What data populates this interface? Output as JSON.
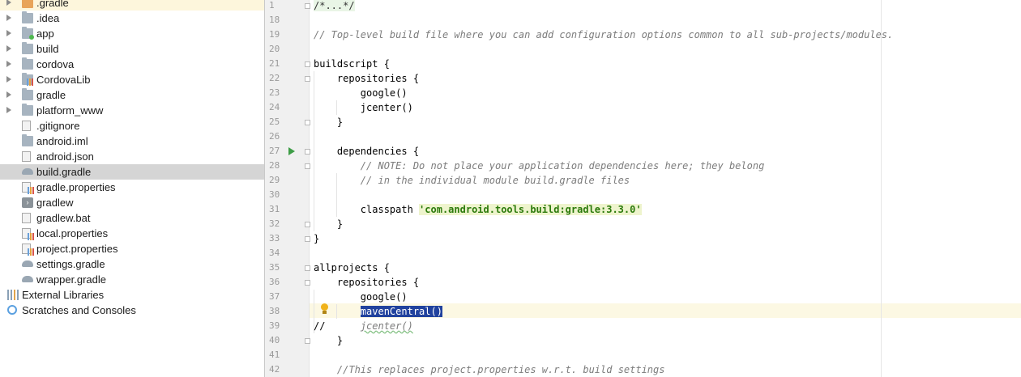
{
  "tree": [
    {
      "label": ".gradle",
      "icon": "folder-orange",
      "expandable": true
    },
    {
      "label": ".idea",
      "icon": "folder",
      "expandable": true
    },
    {
      "label": "app",
      "icon": "module-folder",
      "expandable": true
    },
    {
      "label": "build",
      "icon": "folder",
      "expandable": true
    },
    {
      "label": "cordova",
      "icon": "folder",
      "expandable": true
    },
    {
      "label": "CordovaLib",
      "icon": "library-module",
      "expandable": true
    },
    {
      "label": "gradle",
      "icon": "folder",
      "expandable": true
    },
    {
      "label": "platform_www",
      "icon": "folder",
      "expandable": true
    },
    {
      "label": ".gitignore",
      "icon": "text-file",
      "expandable": false
    },
    {
      "label": "android.iml",
      "icon": "iml-file",
      "expandable": false
    },
    {
      "label": "android.json",
      "icon": "json-file",
      "expandable": false
    },
    {
      "label": "build.gradle",
      "icon": "gradle-file",
      "expandable": false,
      "selected": true
    },
    {
      "label": "gradle.properties",
      "icon": "properties-file",
      "expandable": false
    },
    {
      "label": "gradlew",
      "icon": "terminal-file",
      "expandable": false
    },
    {
      "label": "gradlew.bat",
      "icon": "text-file",
      "expandable": false
    },
    {
      "label": "local.properties",
      "icon": "properties-file",
      "expandable": false
    },
    {
      "label": "project.properties",
      "icon": "properties-file",
      "expandable": false
    },
    {
      "label": "settings.gradle",
      "icon": "gradle-file",
      "expandable": false
    },
    {
      "label": "wrapper.gradle",
      "icon": "gradle-file",
      "expandable": false
    }
  ],
  "tree_root_items": [
    {
      "label": "External Libraries",
      "icon": "libraries"
    },
    {
      "label": "Scratches and Consoles",
      "icon": "scratches"
    }
  ],
  "editor": {
    "line_numbers": [
      "1",
      "18",
      "19",
      "20",
      "21",
      "22",
      "23",
      "24",
      "25",
      "26",
      "27",
      "28",
      "29",
      "30",
      "31",
      "32",
      "33",
      "34",
      "35",
      "36",
      "37",
      "38",
      "39",
      "40",
      "41",
      "42"
    ],
    "lines": [
      {
        "parts": [
          {
            "t": "/*...*/",
            "c": "fold-text"
          }
        ]
      },
      {
        "parts": []
      },
      {
        "parts": [
          {
            "t": "// Top-level build file where you can add configuration options common to all sub-projects/modules.",
            "c": "cm"
          }
        ]
      },
      {
        "parts": []
      },
      {
        "parts": [
          {
            "t": "buildscript {",
            "c": ""
          }
        ]
      },
      {
        "parts": [
          {
            "t": "    repositories {",
            "c": ""
          }
        ]
      },
      {
        "parts": [
          {
            "t": "        google()",
            "c": ""
          }
        ]
      },
      {
        "parts": [
          {
            "t": "        jcenter()",
            "c": ""
          }
        ]
      },
      {
        "parts": [
          {
            "t": "    }",
            "c": ""
          }
        ]
      },
      {
        "parts": []
      },
      {
        "parts": [
          {
            "t": "    dependencies {",
            "c": ""
          }
        ]
      },
      {
        "parts": [
          {
            "t": "        ",
            "c": ""
          },
          {
            "t": "// NOTE: Do not place your application dependencies here; they belong",
            "c": "cm"
          }
        ]
      },
      {
        "parts": [
          {
            "t": "        ",
            "c": ""
          },
          {
            "t": "// in the individual module build.gradle files",
            "c": "cm"
          }
        ]
      },
      {
        "parts": []
      },
      {
        "parts": [
          {
            "t": "        classpath ",
            "c": ""
          },
          {
            "t": "'com.android.tools.build:gradle:3.3.0'",
            "c": "str"
          }
        ]
      },
      {
        "parts": [
          {
            "t": "    }",
            "c": ""
          }
        ]
      },
      {
        "parts": [
          {
            "t": "}",
            "c": ""
          }
        ]
      },
      {
        "parts": []
      },
      {
        "parts": [
          {
            "t": "allprojects {",
            "c": ""
          }
        ]
      },
      {
        "parts": [
          {
            "t": "    repositories {",
            "c": ""
          }
        ]
      },
      {
        "parts": [
          {
            "t": "        google()",
            "c": ""
          }
        ]
      },
      {
        "parts": [
          {
            "t": "        ",
            "c": ""
          },
          {
            "t": "mavenCentral()",
            "c": "sel"
          }
        ]
      },
      {
        "parts": [
          {
            "t": "//      ",
            "c": ""
          },
          {
            "t": "jcenter()",
            "c": "squig"
          }
        ]
      },
      {
        "parts": [
          {
            "t": "    }",
            "c": ""
          }
        ]
      },
      {
        "parts": []
      },
      {
        "parts": [
          {
            "t": "    ",
            "c": ""
          },
          {
            "t": "//This replaces project.properties w.r.t. build settings",
            "c": "cm"
          }
        ]
      }
    ]
  },
  "colors": {
    "selection": "#21429e",
    "string_green": "#2b7a0b",
    "comment_gray": "#7c7c7c",
    "caret_line": "#fcf8e3",
    "run_green": "#3d9d46"
  }
}
